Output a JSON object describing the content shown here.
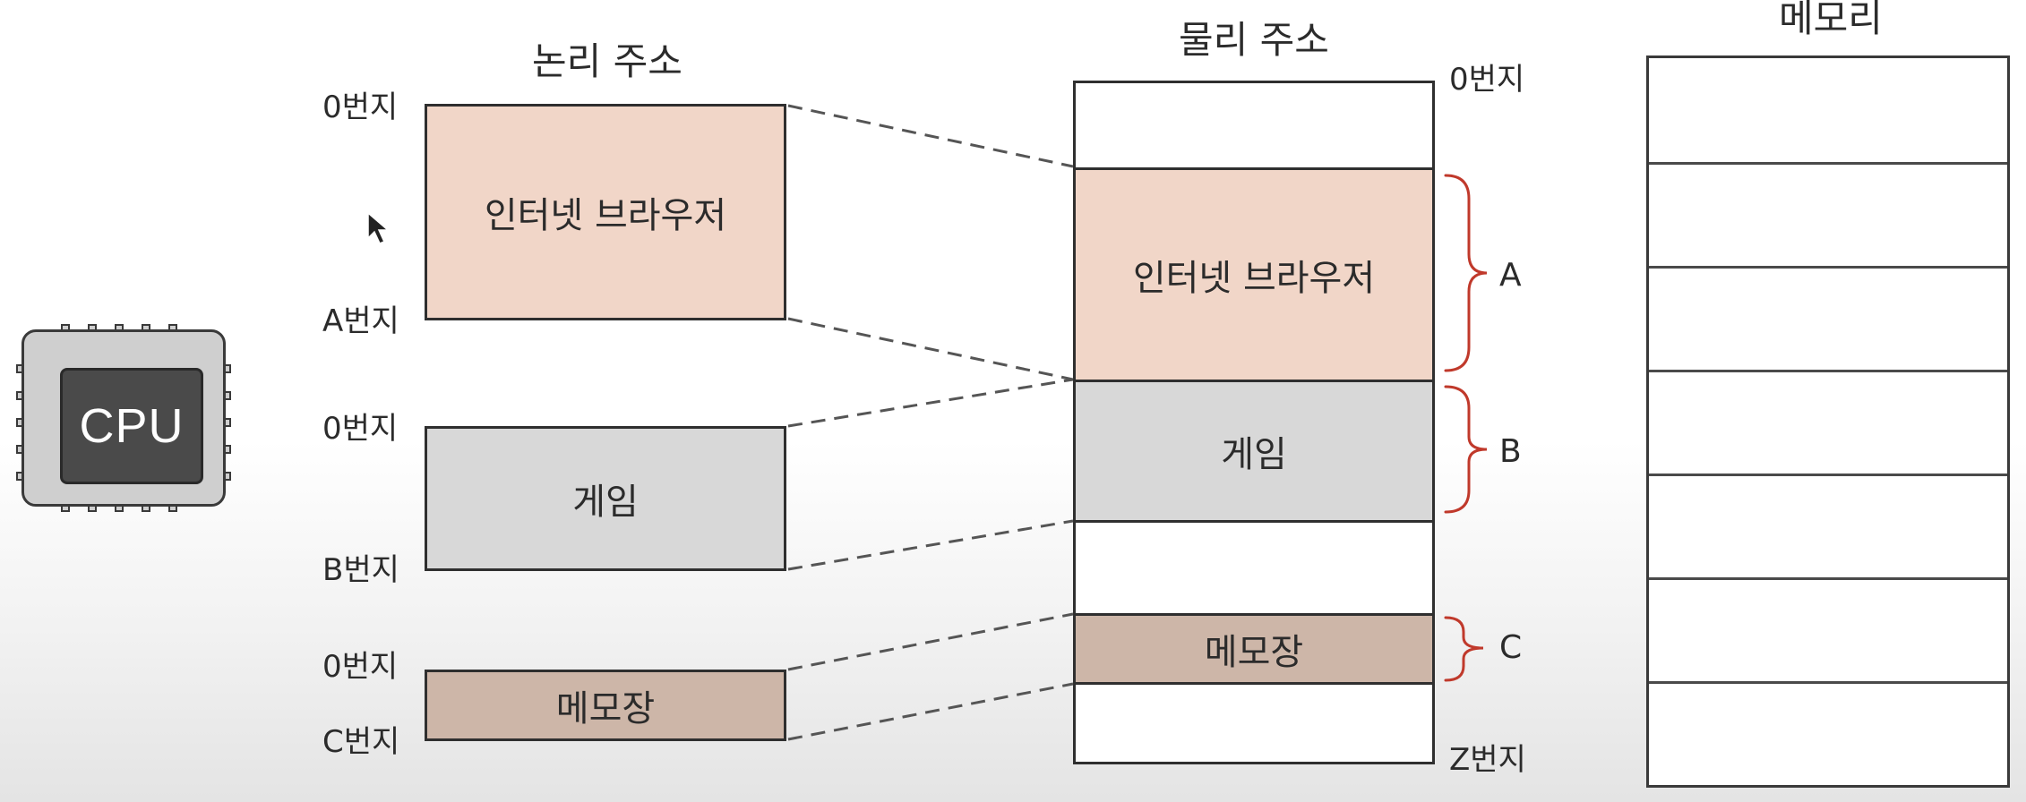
{
  "cpu": {
    "label": "CPU"
  },
  "logical": {
    "heading": "논리 주소",
    "blocks": [
      {
        "label": "인터넷 브라우저",
        "start": "0번지",
        "end": "A번지"
      },
      {
        "label": "게임",
        "start": "0번지",
        "end": "B번지"
      },
      {
        "label": "메모장",
        "start": "0번지",
        "end": "C번지"
      }
    ]
  },
  "physical": {
    "heading": "물리 주소",
    "start": "0번지",
    "end": "Z번지",
    "segments": [
      {
        "label": "인터넷 브라우저",
        "brace": "A"
      },
      {
        "label": "게임",
        "brace": "B"
      },
      {
        "label": "메모장",
        "brace": "C"
      }
    ]
  },
  "memory": {
    "heading": "메모리"
  },
  "colors": {
    "browser": "#f1d6c8",
    "game": "#d8d8d8",
    "memo": "#cdb6a8",
    "brace": "#c0392b",
    "dashed": "#555555"
  }
}
